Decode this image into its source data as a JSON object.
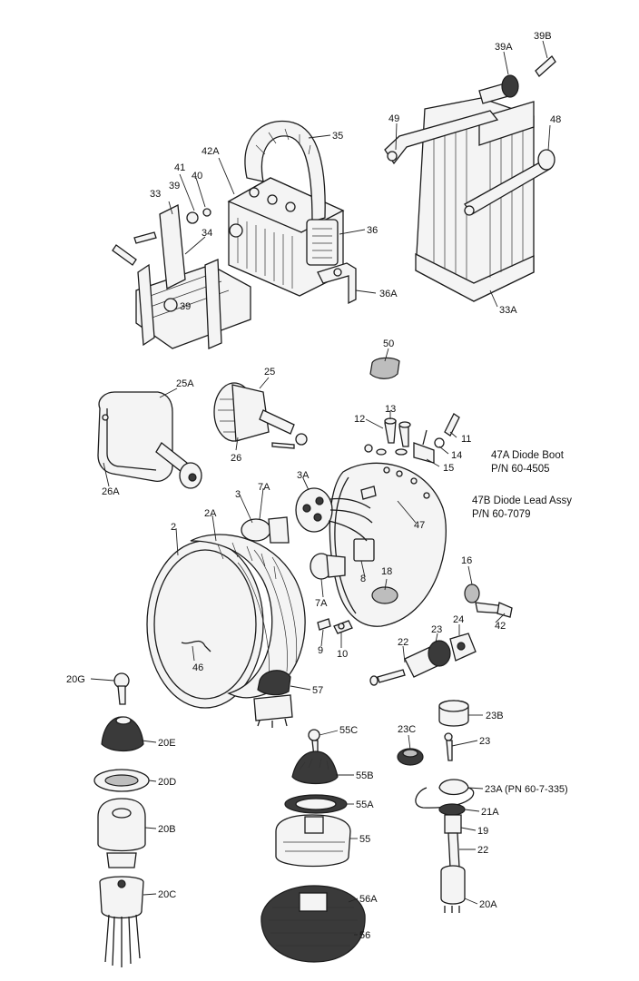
{
  "labels": {
    "p39B": "39B",
    "p39A": "39A",
    "p49": "49",
    "p48": "48",
    "p35": "35",
    "p42A": "42A",
    "p41": "41",
    "p40": "40",
    "p39": "39",
    "p33": "33",
    "p34": "34",
    "p36": "36",
    "p36A": "36A",
    "p39b": "39",
    "p33A": "33A",
    "p50": "50",
    "p25A": "25A",
    "p25": "25",
    "p13": "13",
    "p12": "12",
    "p11": "11",
    "p14": "14",
    "p15": "15",
    "p26": "26",
    "p26A": "26A",
    "p3A": "3A",
    "p7A": "7A",
    "p3": "3",
    "p47": "47",
    "p2A": "2A",
    "p2": "2",
    "p16": "16",
    "p8": "8",
    "p18": "18",
    "p7Ab": "7A",
    "p42": "42",
    "p24": "24",
    "p23": "23",
    "p9": "9",
    "p10": "10",
    "p22": "22",
    "p46": "46",
    "p20G": "20G",
    "p57": "57",
    "p23B": "23B",
    "p20E": "20E",
    "p55C": "55C",
    "p23C": "23C",
    "p23b": "23",
    "p20D": "20D",
    "p55B": "55B",
    "p23A": "23A (PN 60-7-335)",
    "p55A": "55A",
    "p21A": "21A",
    "p20B": "20B",
    "p19": "19",
    "p55": "55",
    "p22b": "22",
    "p20C": "20C",
    "p56A": "56A",
    "p20A": "20A",
    "p56": "56"
  },
  "notes": {
    "n47A_title": "47A Diode Boot",
    "n47A_pn": "P/N 60-4505",
    "n47B_title": "47B Diode Lead Assy",
    "n47B_pn": "P/N 60-7079"
  }
}
